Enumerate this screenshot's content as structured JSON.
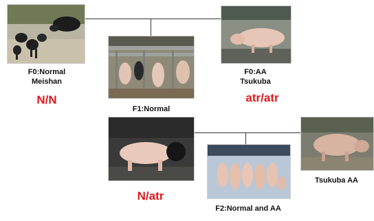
{
  "pedigree": {
    "meishan": {
      "generation_label": "F0:Normal",
      "breed_label": "Meishan",
      "genotype": "N/N"
    },
    "tsukuba_parent": {
      "generation_label": "F0:AA",
      "breed_label": "Tsukuba",
      "genotype": "atr/atr"
    },
    "f1": {
      "generation_label": "F1:Normal",
      "genotype": "N/atr"
    },
    "tsukuba_aa": {
      "label": "Tsukuba AA"
    },
    "f2": {
      "generation_label": "F2:Normal and AA"
    }
  },
  "colors": {
    "genotype_text": "#e0181c",
    "connector": "#333333"
  }
}
